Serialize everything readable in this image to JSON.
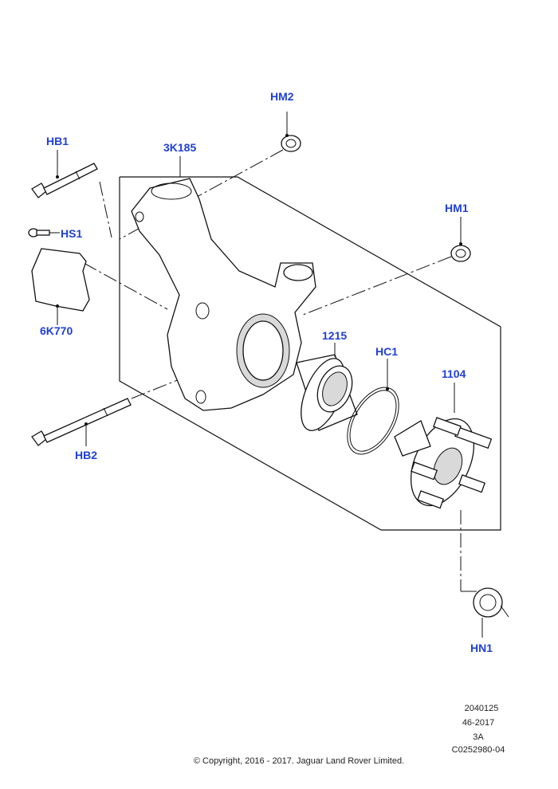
{
  "callouts": {
    "hm2": "HM2",
    "hb1": "HB1",
    "k185": "3K185",
    "hm1": "HM1",
    "hs1": "HS1",
    "k770": "6K770",
    "c1215": "1215",
    "hc1": "HC1",
    "c1104": "1104",
    "hb2": "HB2",
    "hn1": "HN1"
  },
  "footer": {
    "line1": "2040125",
    "line2": "46-2017",
    "line3": "3A",
    "line4": "C0252980-04",
    "copyright": "© Copyright, 2016 - 2017. Jaguar Land Rover Limited."
  },
  "colors": {
    "callout": "#1f3fd8",
    "line": "#111111"
  }
}
